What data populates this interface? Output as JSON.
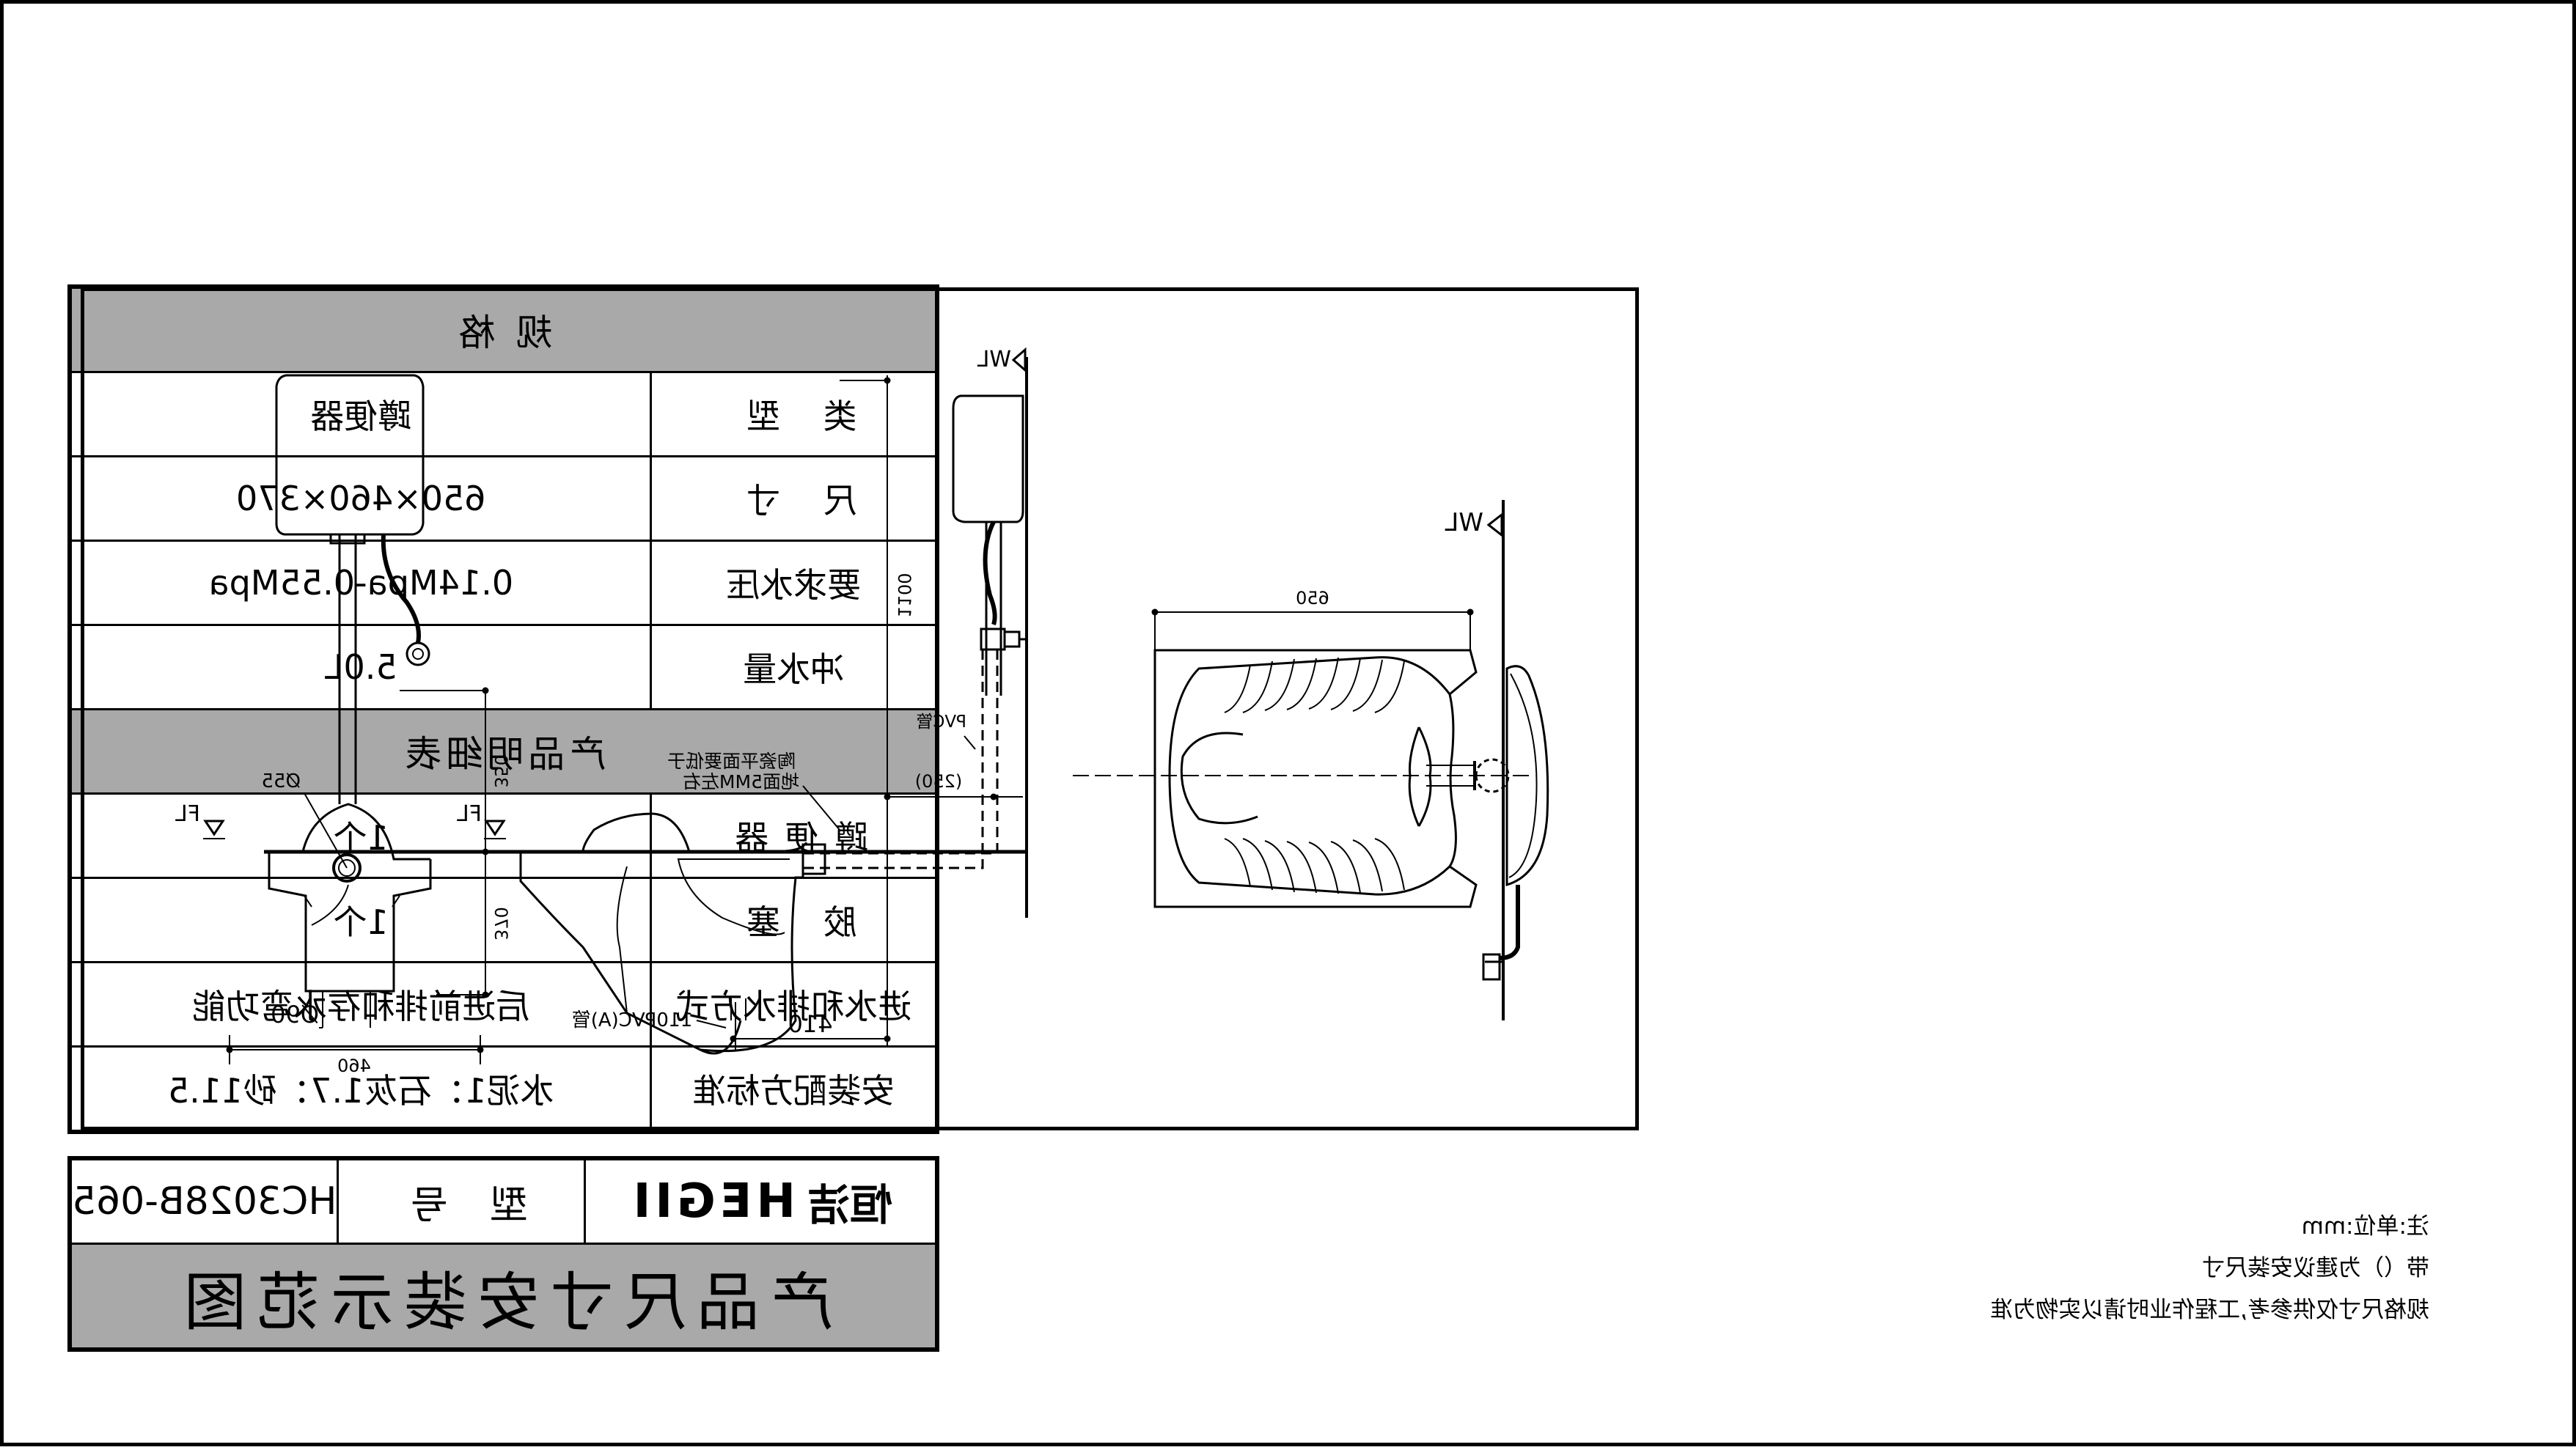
{
  "spec_table": {
    "header": "规 格",
    "rows": [
      {
        "label": "类 型",
        "value": "蹲便器"
      },
      {
        "label": "尺 寸",
        "value": "650×460×370"
      },
      {
        "label": "要求水压",
        "value": "0.14Mpa-0.55Mpa"
      },
      {
        "label": "冲水量",
        "value": "5.0L"
      }
    ]
  },
  "parts_table": {
    "header": "产品明细表",
    "rows": [
      {
        "label": "蹲便器",
        "value": "1个"
      },
      {
        "label": "胶 塞",
        "value": "1个"
      },
      {
        "label": "进水和排水方式",
        "value": "后进前排和存水弯功能"
      },
      {
        "label": "安装配方标准",
        "value": "水泥1：石灰1.7：砂11.5"
      }
    ]
  },
  "model_block": {
    "brand_cn": "恒洁",
    "brand_en": "HEGII",
    "model_label": "型 号",
    "model_value": "HC3028B-065",
    "sheet_title": "产品尺寸安装示范图"
  },
  "notes": [
    "注:单位:mm",
    "带（）为建议安装尺寸",
    "规格尺寸仅供参考,工程作业时请以实物为准"
  ],
  "drawing": {
    "front_view": {
      "fl_label": "FL",
      "inlet_dia": "Ø55",
      "outlet_dia": "Ø90",
      "dim_height_top": "350",
      "dim_height_bottom": "370",
      "dim_width": "460"
    },
    "side_view": {
      "wl_label": "WL",
      "fl_label": "FL",
      "dim_tank_height": "1100",
      "dim_offset": "(250)",
      "pipe_label": "PVC管",
      "note_line1": "陶瓷平面要低于",
      "note_line2": "地面5MM左右",
      "dim_outlet": "410",
      "outlet_pipe": "110PVC(A)管"
    },
    "top_view": {
      "wl_label": "WL",
      "dim_length": "650"
    }
  }
}
